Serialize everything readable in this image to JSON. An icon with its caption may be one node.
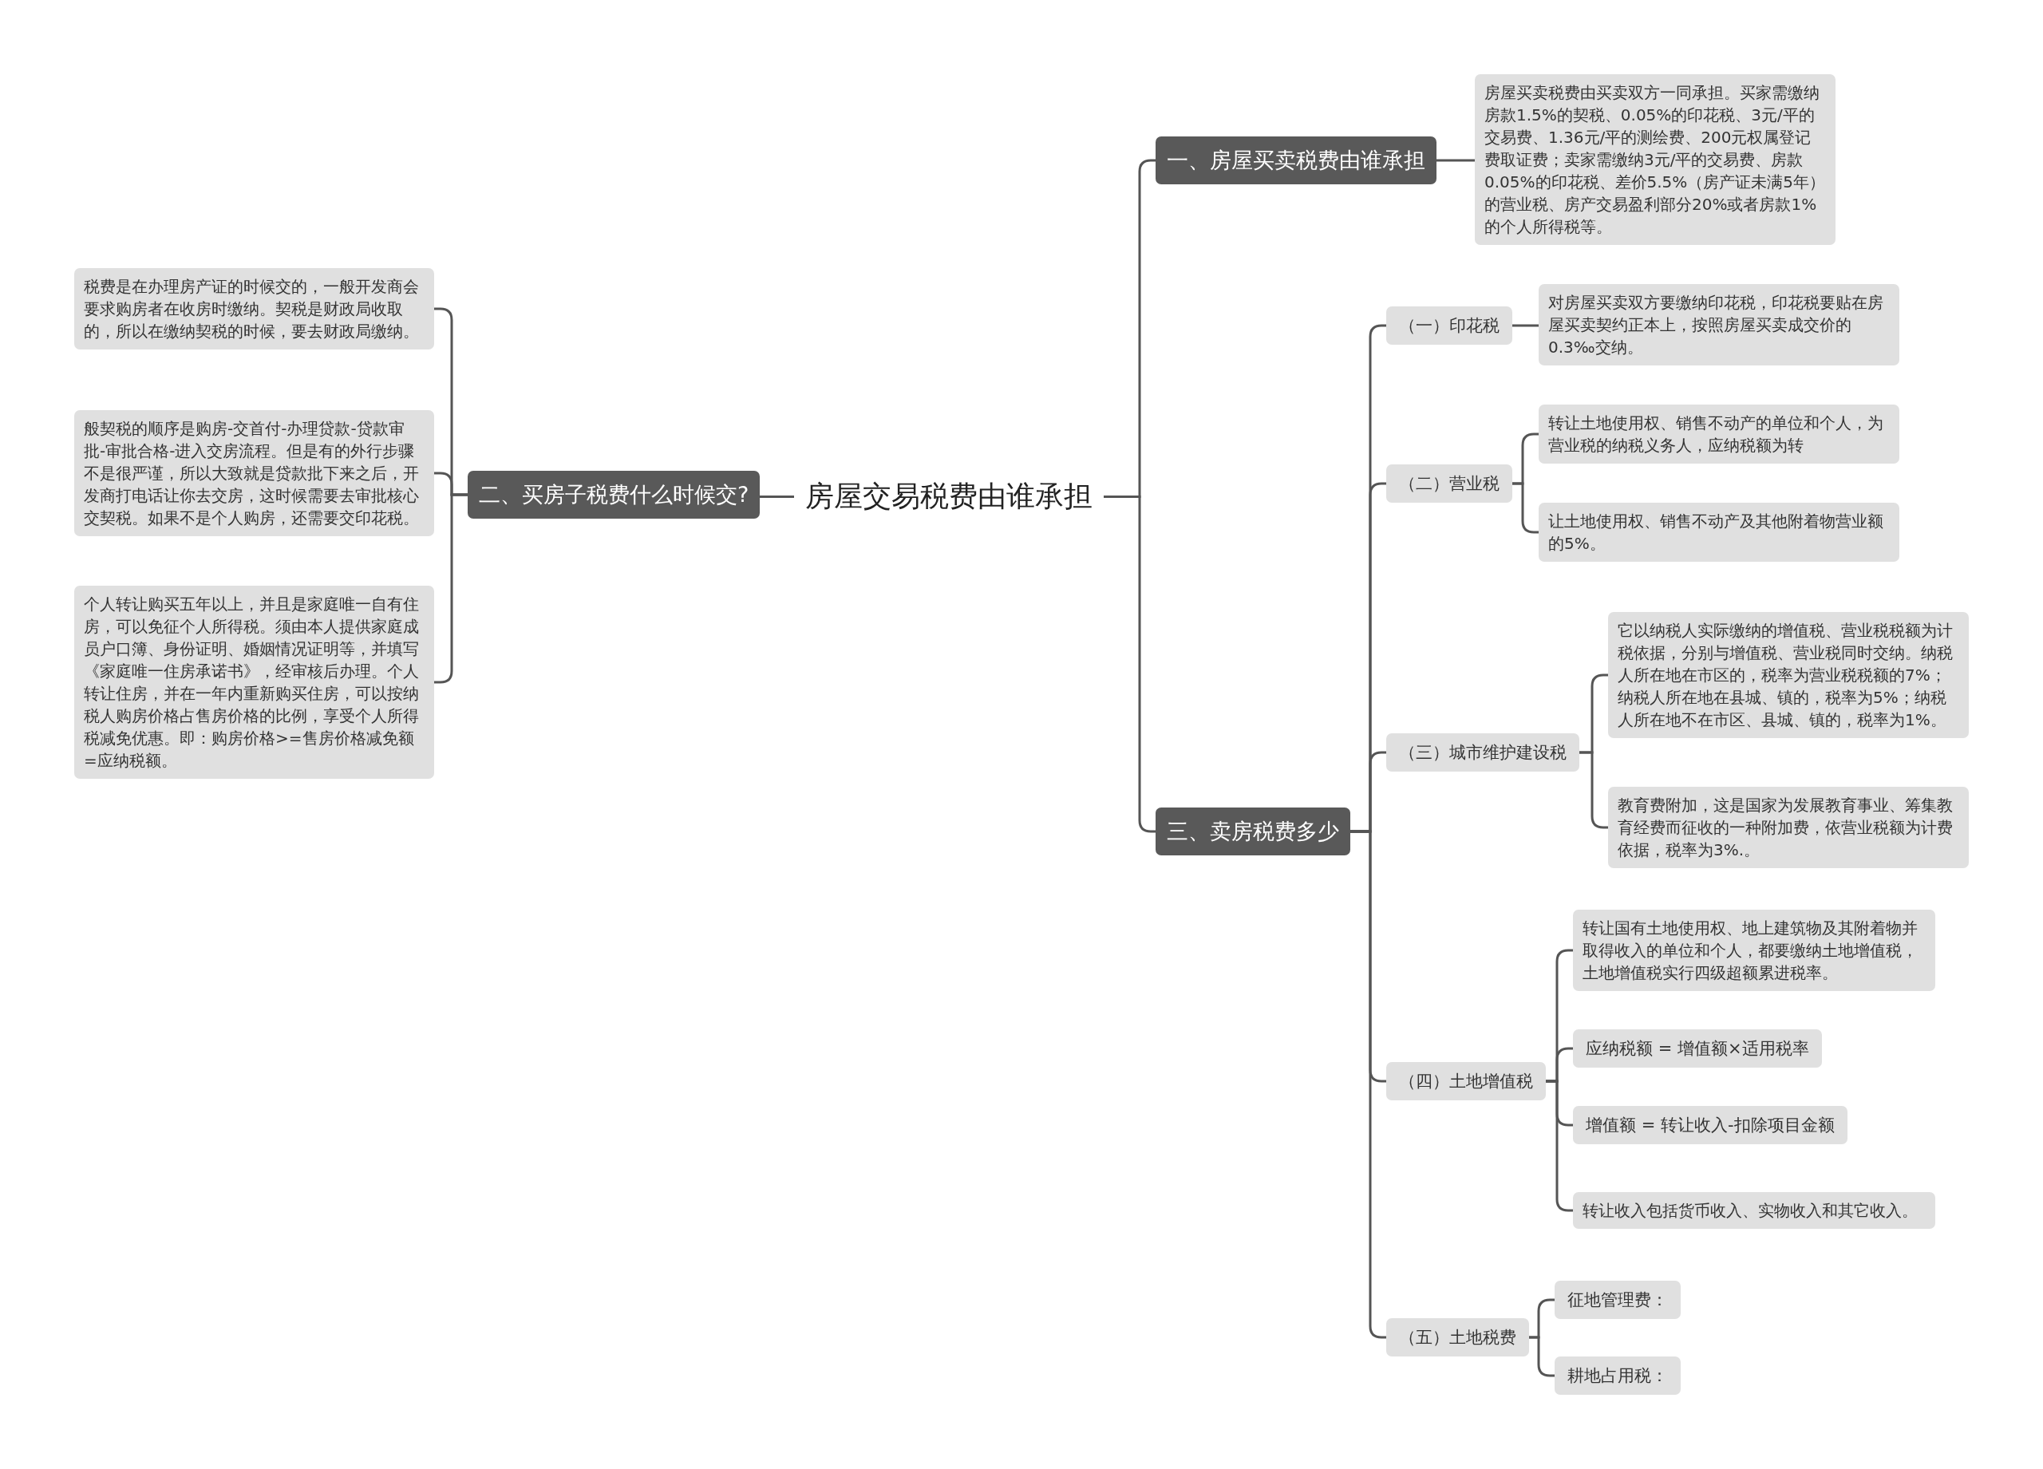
{
  "diagram": {
    "nodes": [
      {
        "text": [
          "房屋交易税费由谁承担"
        ]
      },
      {
        "text": [
          "一、房屋买卖税费由谁承担"
        ]
      },
      {
        "text": [
          "房屋买卖税费由买卖双方一同承担。买家需缴纳房款1.5%的契税、0.05%的印花税、3元/平的交易费、1.36元/平的测绘费、200元权属登记费取证费；卖家需缴纳3元/平的交易费、房款0.05%的印花税、差价5.5%（房产证未满5年）的营业税、房产交易盈利部分20%或者房款1%的个人所得税等。"
        ]
      },
      {
        "text": [
          "二、买房子税费什么时候交?"
        ]
      },
      {
        "text": [
          "税费是在办理房产证的时候交的，一般开发商会要求购房者在收房时缴纳。契税是财政局收取的，所以在缴纳契税的时候，要去财政局缴纳。"
        ]
      },
      {
        "text": [
          "般契税的顺序是购房-交首付-办理贷款-贷款审批-审批合格-进入交房流程。但是有的外行步骤不是很严谨，所以大致就是贷款批下来之后，开发商打电话让你去交房，这时候需要去审批核心交契税。如果不是个人购房，还需要交印花税。"
        ]
      },
      {
        "text": [
          "个人转让购买五年以上，并且是家庭唯一自有住房，可以免征个人所得税。须由本人提供家庭成员户口簿、身份证明、婚姻情况证明等，并填写《家庭唯一住房承诺书》，经审核后办理。个人转让住房，并在一年内重新购买住房，可以按纳税人购房价格占售房价格的比例，享受个人所得税减免优惠。即：购房价格>=售房价格减免额=应纳税额。"
        ]
      },
      {
        "text": [
          "三、卖房税费多少"
        ]
      },
      {
        "text": [
          "（一）印花税"
        ]
      },
      {
        "text": [
          "对房屋买卖双方要缴纳印花税，印花税要贴在房屋买卖契约正本上，按照房屋买卖成交价的0.3‰交纳。"
        ]
      },
      {
        "text": [
          "（二）营业税"
        ]
      },
      {
        "text": [
          "转让土地使用权、销售不动产的单位和个人，为营业税的纳税义务人，应纳税额为转"
        ]
      },
      {
        "text": [
          "让土地使用权、销售不动产及其他附着物营业额的5%。"
        ]
      },
      {
        "text": [
          "（三）城市维护建设税"
        ]
      },
      {
        "text": [
          "它以纳税人实际缴纳的增值税、营业税税额为计税依据，分别与增值税、营业税同时交纳。纳税人所在地在市区的，税率为营业税税额的7%；纳税人所在地在县城、镇的，税率为5%；纳税人所在地不在市区、县城、镇的，税率为1%。"
        ]
      },
      {
        "text": [
          "教育费附加，这是国家为发展教育事业、筹集教育经费而征收的一种附加费，依营业税额为计费依据，税率为3%.。"
        ]
      },
      {
        "text": [
          "（四）土地增值税"
        ]
      },
      {
        "text": [
          "转让国有土地使用权、地上建筑物及其附着物并取得收入的单位和个人，都要缴纳土地增值税，土地增值税实行四级超额累进税率。"
        ]
      },
      {
        "text": [
          "应纳税额 = 增值额×适用税率"
        ]
      },
      {
        "text": [
          "增值额 = 转让收入-扣除项目金额"
        ]
      },
      {
        "text": [
          "转让收入包括货币收入、实物收入和其它收入。"
        ]
      },
      {
        "text": [
          "（五）土地税费"
        ]
      },
      {
        "text": [
          "征地管理费："
        ]
      },
      {
        "text": [
          "耕地占用税："
        ]
      }
    ],
    "edges": [
      {
        "from": 0,
        "to": 1,
        "arrow": "none"
      },
      {
        "from": 1,
        "to": 2,
        "arrow": "none"
      },
      {
        "from": 0,
        "to": 3,
        "arrow": "none"
      },
      {
        "from": 3,
        "to": 4,
        "arrow": "none"
      },
      {
        "from": 3,
        "to": 5,
        "arrow": "none"
      },
      {
        "from": 3,
        "to": 6,
        "arrow": "none"
      },
      {
        "from": 0,
        "to": 7,
        "arrow": "none"
      },
      {
        "from": 7,
        "to": 8,
        "arrow": "none"
      },
      {
        "from": 8,
        "to": 9,
        "arrow": "none"
      },
      {
        "from": 7,
        "to": 10,
        "arrow": "none"
      },
      {
        "from": 10,
        "to": 11,
        "arrow": "none"
      },
      {
        "from": 10,
        "to": 12,
        "arrow": "none"
      },
      {
        "from": 7,
        "to": 13,
        "arrow": "none"
      },
      {
        "from": 13,
        "to": 14,
        "arrow": "none"
      },
      {
        "from": 13,
        "to": 15,
        "arrow": "none"
      },
      {
        "from": 7,
        "to": 16,
        "arrow": "none"
      },
      {
        "from": 16,
        "to": 17,
        "arrow": "none"
      },
      {
        "from": 16,
        "to": 18,
        "arrow": "none"
      },
      {
        "from": 16,
        "to": 19,
        "arrow": "none"
      },
      {
        "from": 16,
        "to": 20,
        "arrow": "none"
      },
      {
        "from": 7,
        "to": 21,
        "arrow": "none"
      },
      {
        "from": 21,
        "to": 22,
        "arrow": "none"
      },
      {
        "from": 21,
        "to": 23,
        "arrow": "none"
      }
    ]
  }
}
